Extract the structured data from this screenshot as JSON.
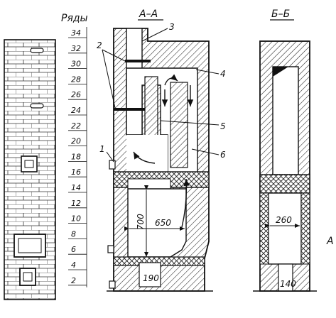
{
  "rows_label": "Ряды",
  "row_numbers": [
    "34",
    "32",
    "30",
    "28",
    "26",
    "24",
    "22",
    "20",
    "18",
    "16",
    "14",
    "12",
    "10",
    "8",
    "6",
    "4",
    "2"
  ],
  "section_a_title": "А–А",
  "section_b_title": "Б–Б",
  "callouts": [
    "1",
    "2",
    "3",
    "4",
    "5",
    "6"
  ],
  "dimensions": {
    "height_700": "700",
    "width_650": "650",
    "width_260": "260",
    "width_190": "190",
    "width_140": "140"
  },
  "side_marker": "А"
}
